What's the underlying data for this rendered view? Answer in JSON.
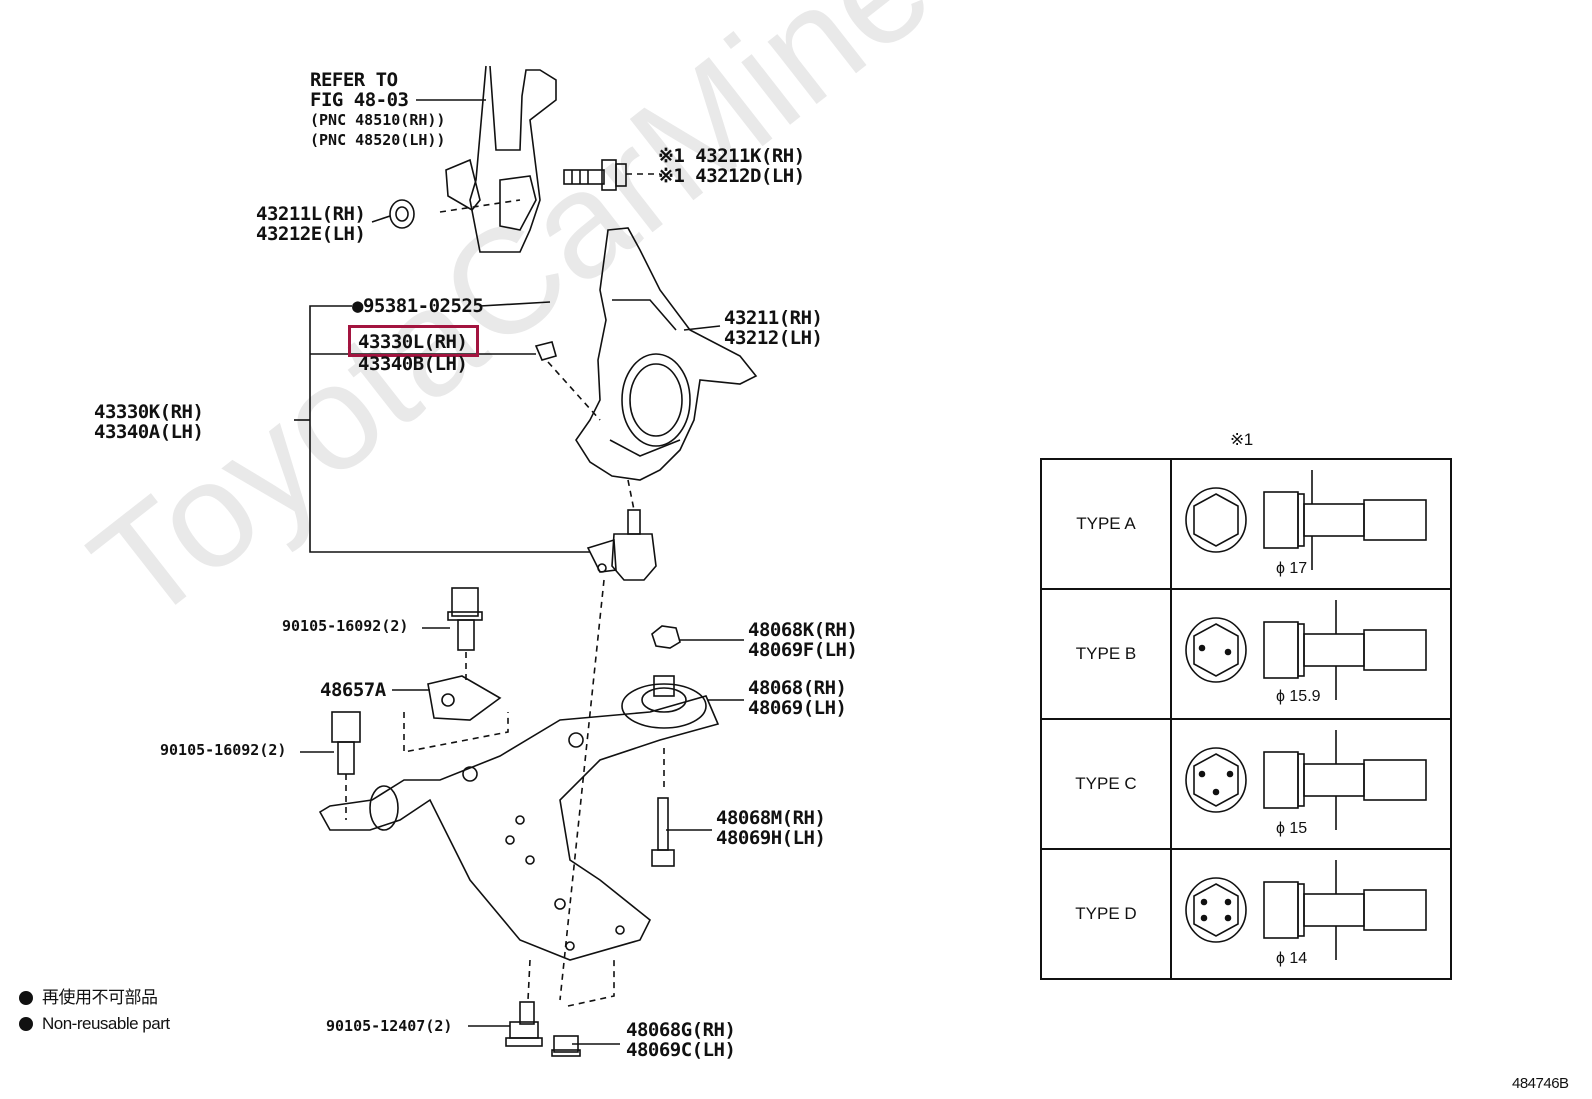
{
  "watermark": "ToyotaCarMine.ru",
  "refer": {
    "line1": "REFER TO",
    "line2": "FIG 48-03",
    "line3": "(PNC 48510(RH))",
    "line4": "(PNC 48520(LH))"
  },
  "parts": {
    "p43211k": "※1 43211K(RH)",
    "p43212d": "※1 43212D(LH)",
    "p43211l": "43211L(RH)",
    "p43212e": "43212E(LH)",
    "p95381": "●95381-02525",
    "p43211": "43211(RH)",
    "p43212": "43212(LH)",
    "p43330l": "43330L(RH)",
    "p43340b": "43340B(LH)",
    "p43330k": "43330K(RH)",
    "p43340a": "43340A(LH)",
    "p90105a": "90105-16092(2)",
    "p48068k": "48068K(RH)",
    "p48069f": "48069F(LH)",
    "p48657a": "48657A",
    "p48068": "48068(RH)",
    "p48069": "48069(LH)",
    "p90105b": "90105-16092(2)",
    "p48068m": "48068M(RH)",
    "p48069h": "48069H(LH)",
    "p90105c": "90105-12407(2)",
    "p48068g": "48068G(RH)",
    "p48069c": "48069C(LH)"
  },
  "legend": {
    "jp": "再使用不可部品",
    "en": "Non-reusable part"
  },
  "types_note": "※1",
  "types": [
    {
      "name": "TYPE A",
      "dia": "ϕ 17"
    },
    {
      "name": "TYPE B",
      "dia": "ϕ 15.9"
    },
    {
      "name": "TYPE C",
      "dia": "ϕ 15"
    },
    {
      "name": "TYPE D",
      "dia": "ϕ 14"
    }
  ],
  "figure_id": "484746B"
}
